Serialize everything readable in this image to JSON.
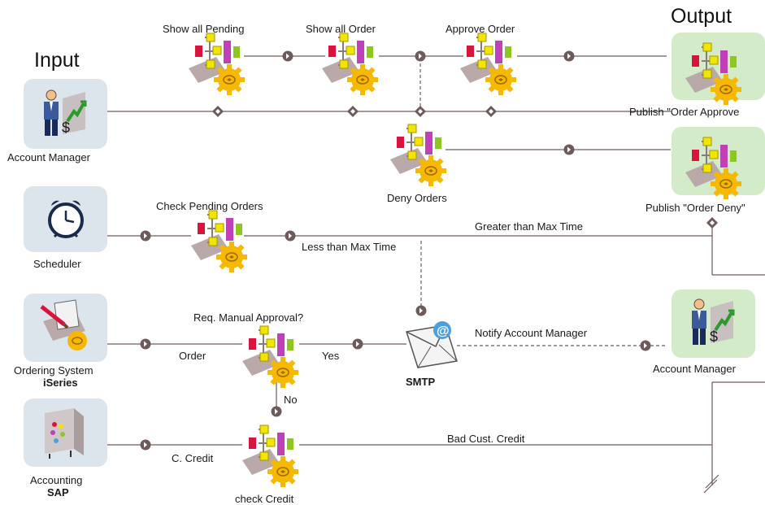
{
  "headings": {
    "input": "Input",
    "output": "Output"
  },
  "sources": {
    "account_manager": "Account Manager",
    "scheduler": "Scheduler",
    "ordering_system_line1": "Ordering System",
    "ordering_system_line2": "iSeries",
    "accounting_line1": "Accounting",
    "accounting_line2": "SAP"
  },
  "processes": {
    "show_all_pending": "Show all Pending",
    "show_all_order": "Show all Order",
    "approve_order": "Approve Order",
    "deny_orders": "Deny Orders",
    "check_pending_orders": "Check Pending Orders",
    "req_manual_approval": "Req. Manual Approval?",
    "check_credit": "check Credit"
  },
  "targets": {
    "publish_order_approved": "Publish \"Order Approve",
    "publish_order_deny": "Publish \"Order Deny\"",
    "account_manager": "Account Manager",
    "smtp": "SMTP"
  },
  "edges": {
    "greater_than_max_time": "Greater than Max Time",
    "less_than_max_time": "Less than Max Time",
    "order": "Order",
    "yes": "Yes",
    "no": "No",
    "notify_account_manager": "Notify Account Manager",
    "c_credit": "C. Credit",
    "bad_cust_credit": "Bad Cust. Credit"
  },
  "colors": {
    "line": "#6e5a5a",
    "connector_fill": "#6e5a5a",
    "input_box": "#dde5ec",
    "output_box": "#d3ebc8",
    "gear": "#f6b800",
    "bar_yellow": "#f2e600",
    "bar_red": "#d8143c",
    "bar_magenta": "#c040b8",
    "bar_green": "#8cc820"
  }
}
